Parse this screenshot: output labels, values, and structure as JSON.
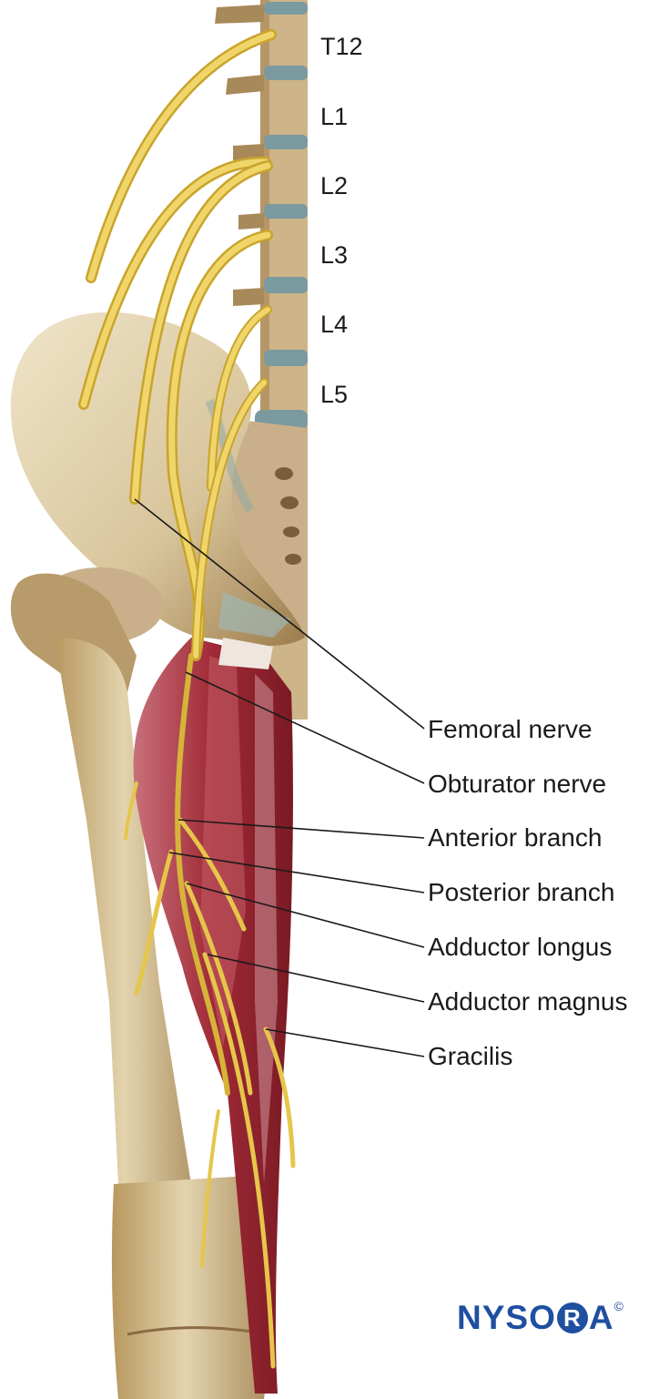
{
  "vertebra_labels": [
    "T12",
    "L1",
    "L2",
    "L3",
    "L4",
    "L5"
  ],
  "callouts": [
    "Femoral nerve",
    "Obturator nerve",
    "Anterior branch",
    "Posterior branch",
    "Adductor longus",
    "Adductor magnus",
    "Gracilis"
  ],
  "logo": {
    "pre": "NYSO",
    "circled": "R",
    "post": "A",
    "mark": "©"
  },
  "colors": {
    "bone": "#d8c7a0",
    "bone_shadow": "#a8895a",
    "nerve": "#e8c84a",
    "muscle": "#a8303a",
    "disc": "#7a9aa0",
    "brand": "#1f4fa0"
  },
  "icons": [
    "spine-illustration",
    "pelvis-illustration",
    "femur-illustration",
    "adductor-muscles-illustration",
    "lumbar-nerves-illustration"
  ]
}
